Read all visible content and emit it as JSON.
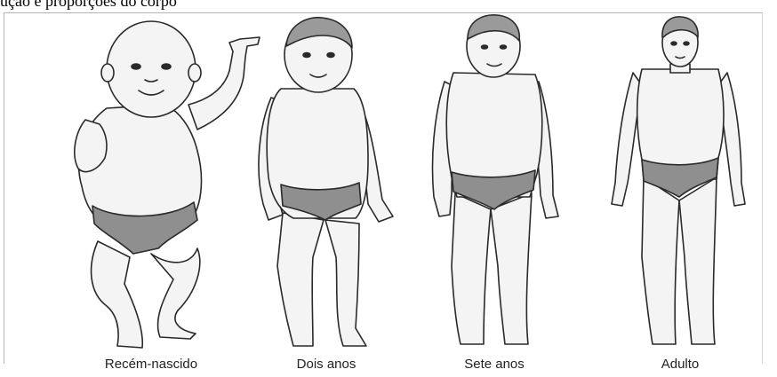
{
  "caption": "ução e proporções do corpo",
  "figures": [
    {
      "id": "newborn",
      "label": "Recém-nascido"
    },
    {
      "id": "two-years",
      "label": "Dois anos"
    },
    {
      "id": "seven-years",
      "label": "Sete anos"
    },
    {
      "id": "adult",
      "label": "Adulto"
    }
  ],
  "colors": {
    "skin": "#f4f4f4",
    "line": "#2a2a2a",
    "diaper": "#8f8f8f",
    "hair": "#9a9a9a"
  }
}
